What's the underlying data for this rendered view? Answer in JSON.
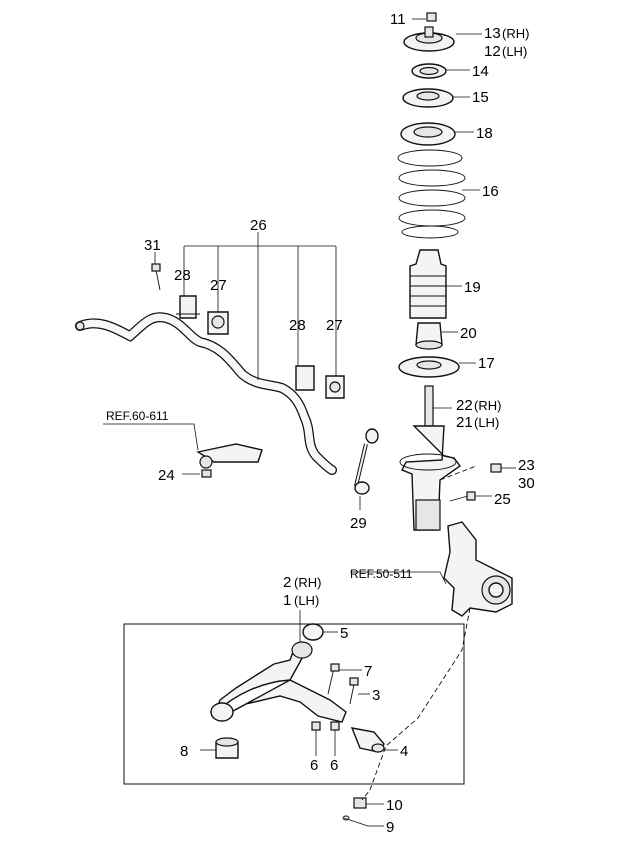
{
  "callouts": {
    "c11": "11",
    "c13": "13",
    "c12": "12",
    "c14": "14",
    "c15": "15",
    "c18": "18",
    "c16": "16",
    "c26": "26",
    "c31": "31",
    "c28a": "28",
    "c27a": "27",
    "c28b": "28",
    "c27b": "27",
    "c19": "19",
    "c20": "20",
    "c17": "17",
    "c22": "22",
    "c21": "21",
    "c23": "23",
    "c30": "30",
    "c25": "25",
    "c24": "24",
    "c29": "29",
    "c2": "2",
    "c1": "1",
    "c5": "5",
    "c7": "7",
    "c3": "3",
    "c8": "8",
    "c6a": "6",
    "c6b": "6",
    "c4": "4",
    "c10": "10",
    "c9": "9"
  },
  "sides": {
    "rh13": "(RH)",
    "lh12": "(LH)",
    "rh22": "(RH)",
    "lh21": "(LH)",
    "rh2": "(RH)",
    "lh1": "(LH)"
  },
  "refs": {
    "ref_stabilizer": "REF.60-611",
    "ref_knuckle": "REF.50-511"
  }
}
